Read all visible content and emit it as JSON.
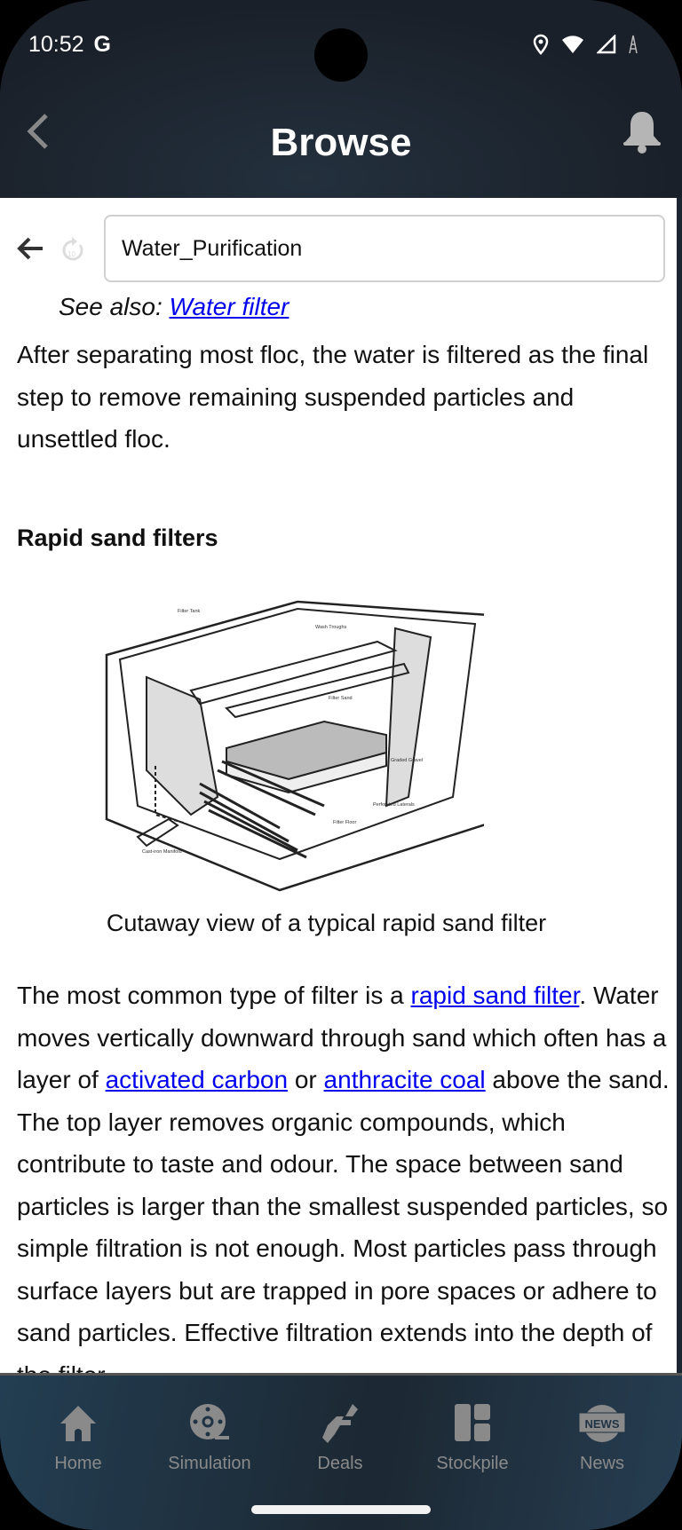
{
  "status_bar": {
    "time": "10:52",
    "carrier_icon": "G"
  },
  "header": {
    "title": "Browse"
  },
  "browser": {
    "url": "Water_Purification"
  },
  "article": {
    "see_also_label": "See also: ",
    "see_also_link": "Water filter",
    "para1": "After separating most floc, the water is filtered as the final step to remove remaining suspended particles and unsettled floc.",
    "heading": "Rapid sand filters",
    "figure_labels": [
      "Filter Tank",
      "Wash Troughs",
      "Filter Sand",
      "Graded Gravel",
      "Perforated Laterals",
      "Filter Floor",
      "Cast-iron Manifold"
    ],
    "caption": "Cutaway view of a typical rapid sand filter",
    "p2_a": "The most common type of filter is a ",
    "p2_link1": "rapid sand filter",
    "p2_b": ". Water moves vertically downward through sand which often has a layer of ",
    "p2_link2": "activated carbon",
    "p2_c": " or ",
    "p2_link3": "anthracite coal",
    "p2_d": " above the sand. The top layer removes organic compounds, which contribute to taste and odour. The space between sand particles is larger than the smallest suspended particles, so simple filtration is not enough. Most particles pass through surface layers but are trapped in pore spaces or adhere to sand particles. Effective filtration extends into the depth of the filter."
  },
  "nav": [
    {
      "label": "Home"
    },
    {
      "label": "Simulation"
    },
    {
      "label": "Deals"
    },
    {
      "label": "Stockpile"
    },
    {
      "label": "News"
    }
  ]
}
